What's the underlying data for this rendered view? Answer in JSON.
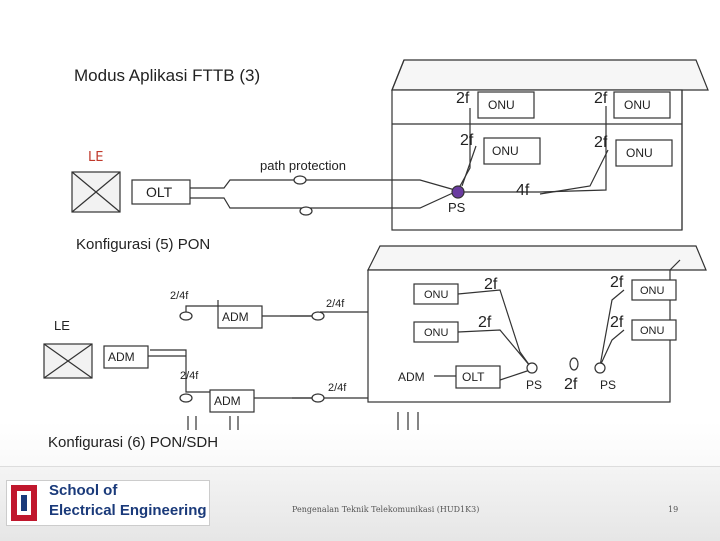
{
  "slide": {
    "title": "Modus Aplikasi FTTB (3)",
    "footer_text": "Pengenalan Teknik Telekomunikasi (HUD1K3)",
    "page_number": "19",
    "logo": {
      "line1": "School of",
      "line2": "Electrical Engineering"
    }
  },
  "fttb": {
    "le_label": "LE",
    "olt_label": "OLT",
    "path_protection": "path protection",
    "ps_label": "PS",
    "trunk_4f": "4f",
    "fibers": [
      "2f",
      "2f",
      "2f",
      "2f"
    ],
    "onus": [
      "ONU",
      "ONU",
      "ONU",
      "ONU"
    ]
  },
  "config5": {
    "caption": "Konfigurasi (5) PON",
    "le_label": "LE",
    "adm_labels": [
      "ADM",
      "ADM",
      "ADM",
      "ADM"
    ],
    "ring_fibers": [
      "2/4f",
      "2/4f",
      "2/4f",
      "2/4f"
    ],
    "olt_label": "OLT",
    "ps_labels": [
      "PS",
      "PS"
    ],
    "fiber_labels": [
      "2f",
      "2f",
      "2f",
      "2f",
      "2f"
    ],
    "onus": [
      "ONU",
      "ONU",
      "ONU",
      "ONU"
    ]
  },
  "config6": {
    "caption": "Konfigurasi (6) PON/SDH"
  }
}
